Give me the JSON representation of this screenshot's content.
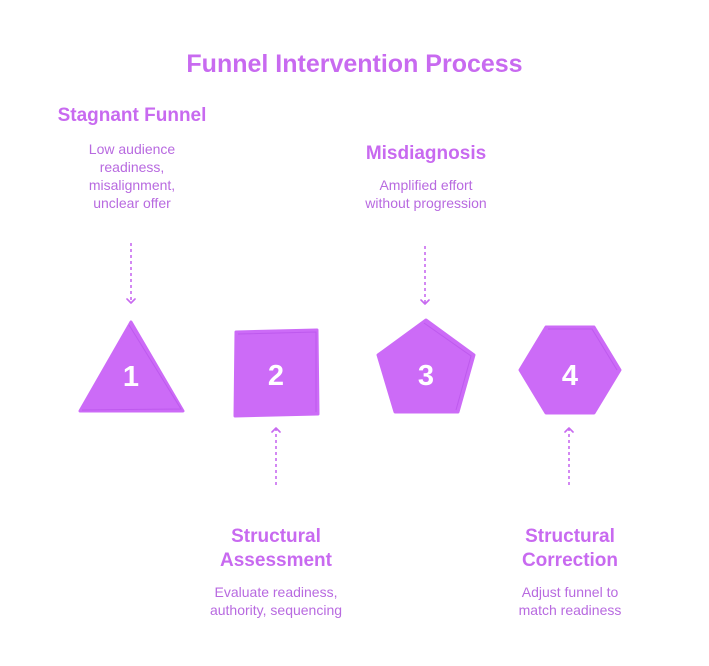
{
  "title": "Funnel Intervention Process",
  "colors": {
    "accent": "#c86af0",
    "shape": "#cc6bf7",
    "text_light": "#b86ae0"
  },
  "steps": [
    {
      "number": "1",
      "shape": "triangle",
      "label": "Stagnant Funnel",
      "description_lines": [
        "Low audience",
        "readiness,",
        "misalignment,",
        "unclear offer"
      ]
    },
    {
      "number": "2",
      "shape": "square",
      "label_lines": [
        "Structural",
        "Assessment"
      ],
      "description_lines": [
        "Evaluate readiness,",
        "authority, sequencing"
      ]
    },
    {
      "number": "3",
      "shape": "pentagon",
      "label": "Misdiagnosis",
      "description_lines": [
        "Amplified effort",
        "without progression"
      ]
    },
    {
      "number": "4",
      "shape": "hexagon",
      "label_lines": [
        "Structural",
        "Correction"
      ],
      "description_lines": [
        "Adjust funnel to",
        "match readiness"
      ]
    }
  ]
}
